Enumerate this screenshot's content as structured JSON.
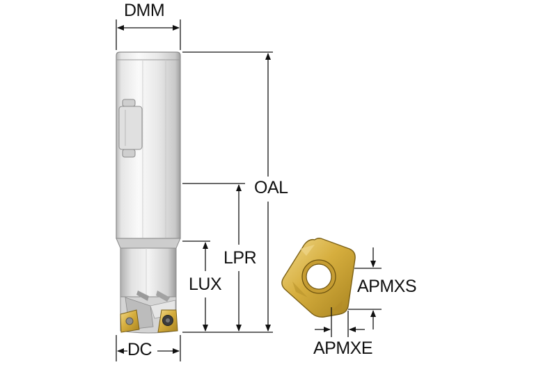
{
  "labels": {
    "dmm": "DMM",
    "dc": "DC",
    "oal": "OAL",
    "lpr": "LPR",
    "lux": "LUX",
    "apmxs": "APMXS",
    "apmxe": "APMXE"
  },
  "colors": {
    "shank_light": "#f2f2f2",
    "shank_mid": "#d9d9d9",
    "shank_dark": "#a6a6a6",
    "insert_gold": "#d8b44a",
    "insert_dark": "#9c7a1e",
    "dimension_line": "#111111"
  }
}
